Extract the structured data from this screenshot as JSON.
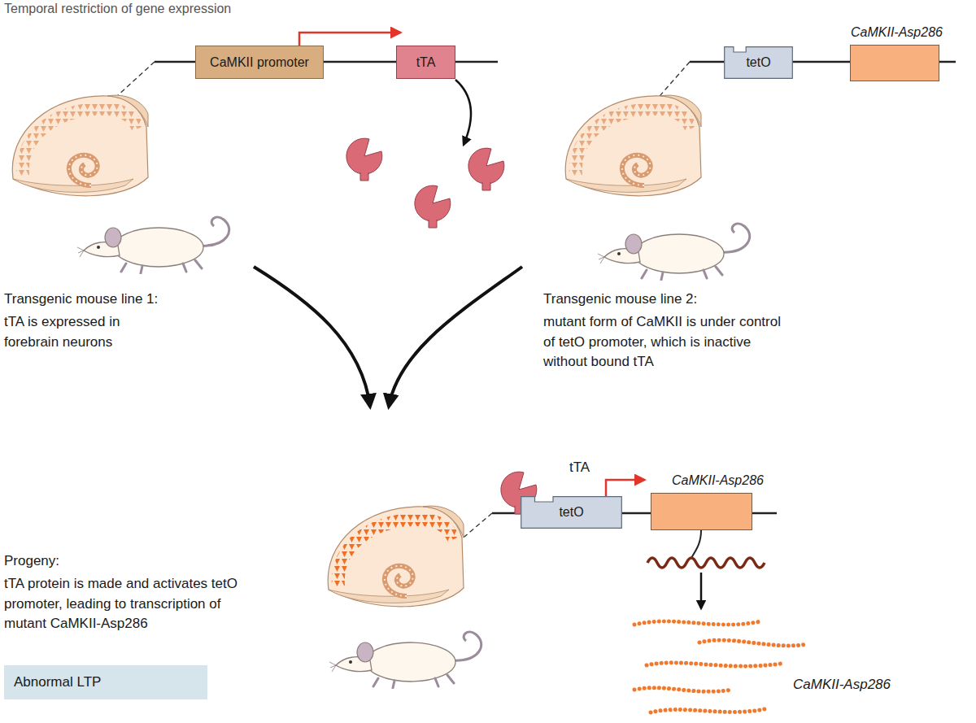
{
  "diagram": {
    "title": "Temporal restriction of gene expression",
    "nodes": [
      {
        "text": [
          "CaMKII promoter"
        ]
      },
      {
        "text": [
          "tTA"
        ]
      },
      {
        "text": [
          "tetO"
        ]
      },
      {
        "text": [
          "CaMKII-Asp286"
        ]
      },
      {
        "text": [
          "tetO"
        ]
      },
      {
        "text": [
          "CaMKII-Asp286"
        ]
      },
      {
        "text": [
          "Abnormal LTP"
        ]
      }
    ],
    "labels": [
      "Transgenic mouse line 1:",
      "tTA is expressed in forebrain neurons",
      "Transgenic mouse line 2:",
      "mutant form of CaMKII is under control of tetO promoter, which is inactive without bound tTA",
      "tTA",
      "Progeny:",
      "tTA protein is made and activates tetO promoter, leading to transcription of mutant CaMKII-Asp286",
      "CaMKII-Asp286"
    ]
  }
}
